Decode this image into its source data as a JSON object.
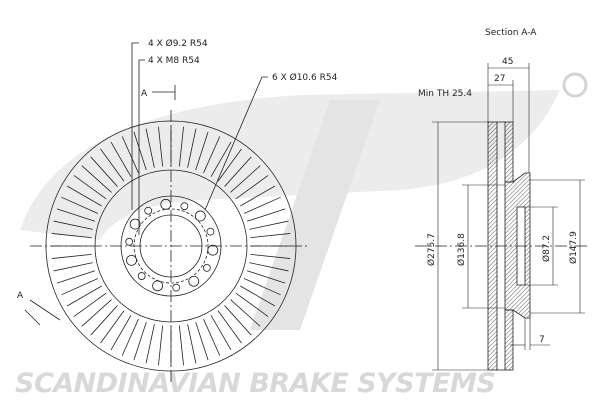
{
  "watermark": {
    "logo": "sbs",
    "registered": "®",
    "tagline": "SCANDINAVIAN BRAKE SYSTEMS",
    "color": "#d8d8d8"
  },
  "front_view": {
    "callouts": [
      "4 X Ø9.2  R54",
      "4 X M8  R54",
      "6 X Ø10.6  R54"
    ],
    "section_marker": "A"
  },
  "section_view": {
    "title": "Section A-A",
    "min_thickness": "Min TH 25.4",
    "dimensions": {
      "overall_height": "45",
      "disc_thickness": "27",
      "outer_diameter": "Ø275.7",
      "hat_diameter": "Ø136.8",
      "center_bore": "Ø87.2",
      "hat_outer": "Ø147.9",
      "flange_thickness": "7"
    }
  },
  "line_color": "#222222"
}
